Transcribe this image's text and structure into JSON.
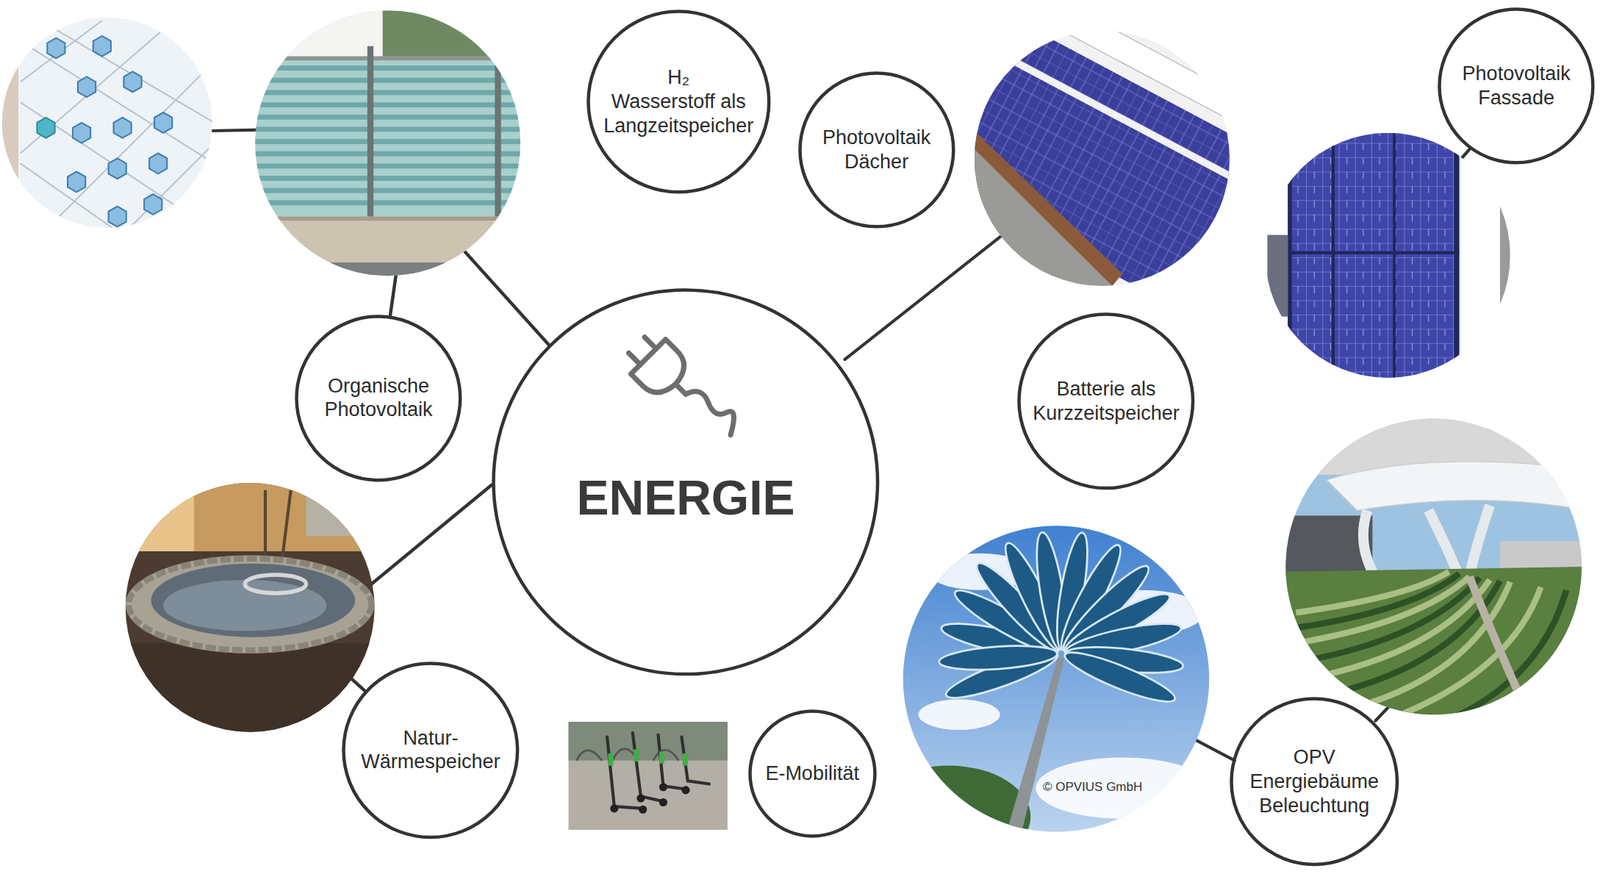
{
  "diagram": {
    "nodes": [
      {
        "text": [
          "ENERGIE"
        ]
      },
      {
        "text": [
          "H₂ Wasserstoff als Langzeitspeicher"
        ]
      },
      {
        "text": [
          "Photovoltaik Dächer"
        ]
      },
      {
        "text": [
          "Photovoltaik Fassade"
        ]
      },
      {
        "text": [
          "Organische Photovoltaik"
        ]
      },
      {
        "text": [
          "Batterie als Kurzzeitspeicher"
        ]
      },
      {
        "text": [
          "Natur- Wärmespeicher"
        ]
      },
      {
        "text": [
          "E-Mobilität"
        ]
      },
      {
        "text": [
          "OPV Energiebäume Beleuchtung"
        ]
      }
    ],
    "edges": [
      {
        "from": 0,
        "to": 4,
        "arrow": "none"
      },
      {
        "from": 0,
        "to": 6,
        "arrow": "none"
      }
    ],
    "labels": [
      "© OPVIUS GmbH"
    ]
  }
}
